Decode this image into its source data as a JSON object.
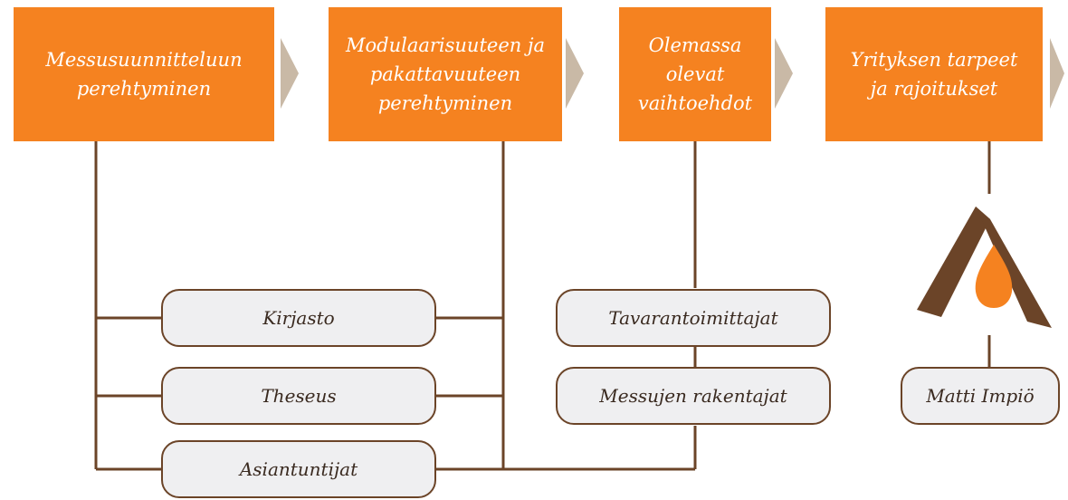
{
  "steps": [
    {
      "label": "Messusuunnitteluun\nperehtyminen"
    },
    {
      "label": "Modulaarisuuteen ja\npakattavuuteen\nperehtyminen"
    },
    {
      "label": "Olemassa\nolevat\nvaihtoehdot"
    },
    {
      "label": "Yrityksen tarpeet\nja rajoitukset"
    }
  ],
  "sources": {
    "kirjasto": "Kirjasto",
    "theseus": "Theseus",
    "asiantuntijat": "Asiantuntijat",
    "tavarantoimittajat": "Tavarantoimittajat",
    "messujen_rakentajat": "Messujen rakentajat",
    "matti_impio": "Matti Impiö"
  },
  "colors": {
    "step_fill": "#f58220",
    "arrow_fill": "#c9b9a6",
    "line": "#6b4428",
    "pill_fill": "#efeff1",
    "logo_brown": "#6b4428",
    "logo_orange": "#f58220"
  }
}
